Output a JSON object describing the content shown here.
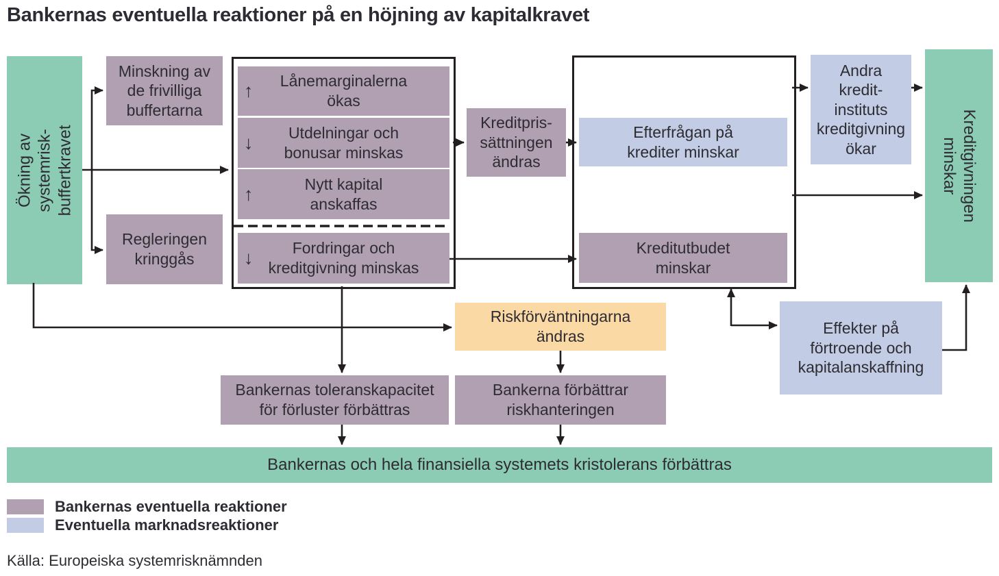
{
  "title": "Bankernas eventuella reaktioner på en höjning av kapitalkravet",
  "colors": {
    "bank_reaction": "#b1a0b2",
    "market_reaction": "#c2cce4",
    "driver": "#8ccbb4",
    "expectation": "#fbd9a4",
    "line": "#231f20",
    "text": "#2e2c33"
  },
  "glyphs": {
    "up": "↑",
    "down": "↓"
  },
  "nodes": {
    "okning_systemrisk": {
      "label": "Ökning av systemrisk-\nbuffertkravet"
    },
    "minskning_buffertar": {
      "label": "Minskning av\nde frivilliga\nbuffertarna"
    },
    "regleringen_kringgas": {
      "label": "Regleringen\nkringgås"
    },
    "lanemarginalerna": {
      "label": "Lånemarginalerna\nökas",
      "direction": "up"
    },
    "utdelningar": {
      "label": "Utdelningar och\nbonusar minskas",
      "direction": "down"
    },
    "nytt_kapital": {
      "label": "Nytt kapital\nanskaffas",
      "direction": "up"
    },
    "fordringar": {
      "label": "Fordringar och\nkreditgivning minskas",
      "direction": "down"
    },
    "kreditprissattningen": {
      "label": "Kreditpris-\nsättningen\nändras"
    },
    "efterfragan": {
      "label": "Efterfrågan på\nkrediter minskar"
    },
    "kreditutbudet": {
      "label": "Kreditutbudet\nminskar"
    },
    "andra_kreditinstitut": {
      "label": "Andra\nkredit-\ninstituts\nkreditgivning\nökar"
    },
    "kreditgivningen_minskar": {
      "label": "Kreditgivningen minskar"
    },
    "riskforvantningarna": {
      "label": "Riskförväntningarna\nändras"
    },
    "effekter_fortroende": {
      "label": "Effekter på\nförtroende och\nkapitalanskaffning"
    },
    "toleranskapacitet": {
      "label": "Bankernas toleranskapacitet\nför förluster förbättras"
    },
    "bankerna_forbattrar": {
      "label": "Bankerna förbättrar\nriskhanteringen"
    },
    "kristolerans": {
      "label": "Bankernas och hela finansiella systemets kristolerans förbättras"
    }
  },
  "legend": {
    "items": [
      {
        "label": "Bankernas eventuella reaktioner",
        "color": "#b1a0b2"
      },
      {
        "label": "Eventuella marknadsreaktioner",
        "color": "#c2cce4"
      }
    ]
  },
  "source": "Källa: Europeiska systemrisknämnden"
}
